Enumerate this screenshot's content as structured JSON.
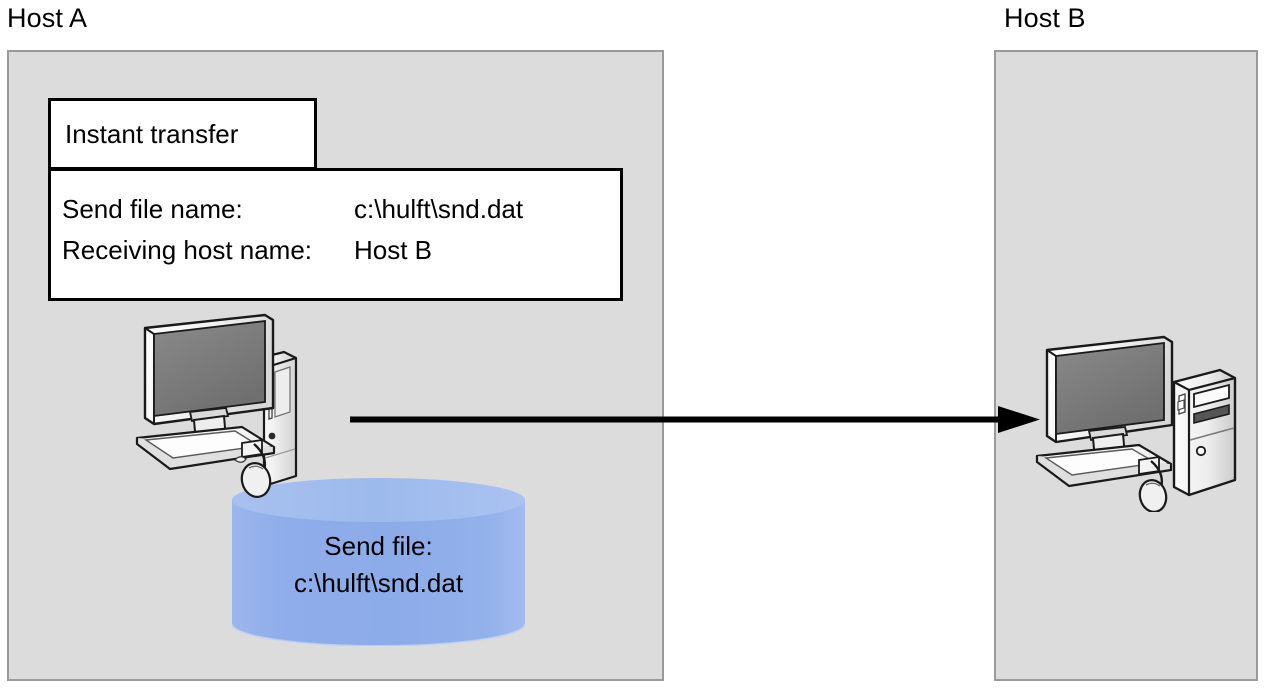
{
  "diagram": {
    "host_a": {
      "title": "Host A",
      "panel_color": "#dcdcdc",
      "border_color": "#9a9a9a"
    },
    "host_b": {
      "title": "Host B",
      "panel_color": "#dcdcdc",
      "border_color": "#9a9a9a"
    },
    "transfer_box": {
      "tab_label": "Instant transfer",
      "rows": [
        {
          "label": "Send file name:",
          "value": "c:\\hulft\\snd.dat"
        },
        {
          "label": "Receiving host name:",
          "value": "Host B"
        }
      ]
    },
    "datastore": {
      "line1": "Send file:",
      "line2": "c:\\hulft\\snd.dat",
      "fill_color": "#8fadea",
      "top_color": "#a9c0ef"
    },
    "arrow": {
      "direction": "left-to-right",
      "color": "#000000"
    },
    "icons": {
      "host_a_computer": "desktop-computer-icon",
      "host_b_computer": "desktop-computer-icon",
      "datastore": "database-cylinder-icon",
      "arrow": "right-arrow-icon"
    }
  }
}
